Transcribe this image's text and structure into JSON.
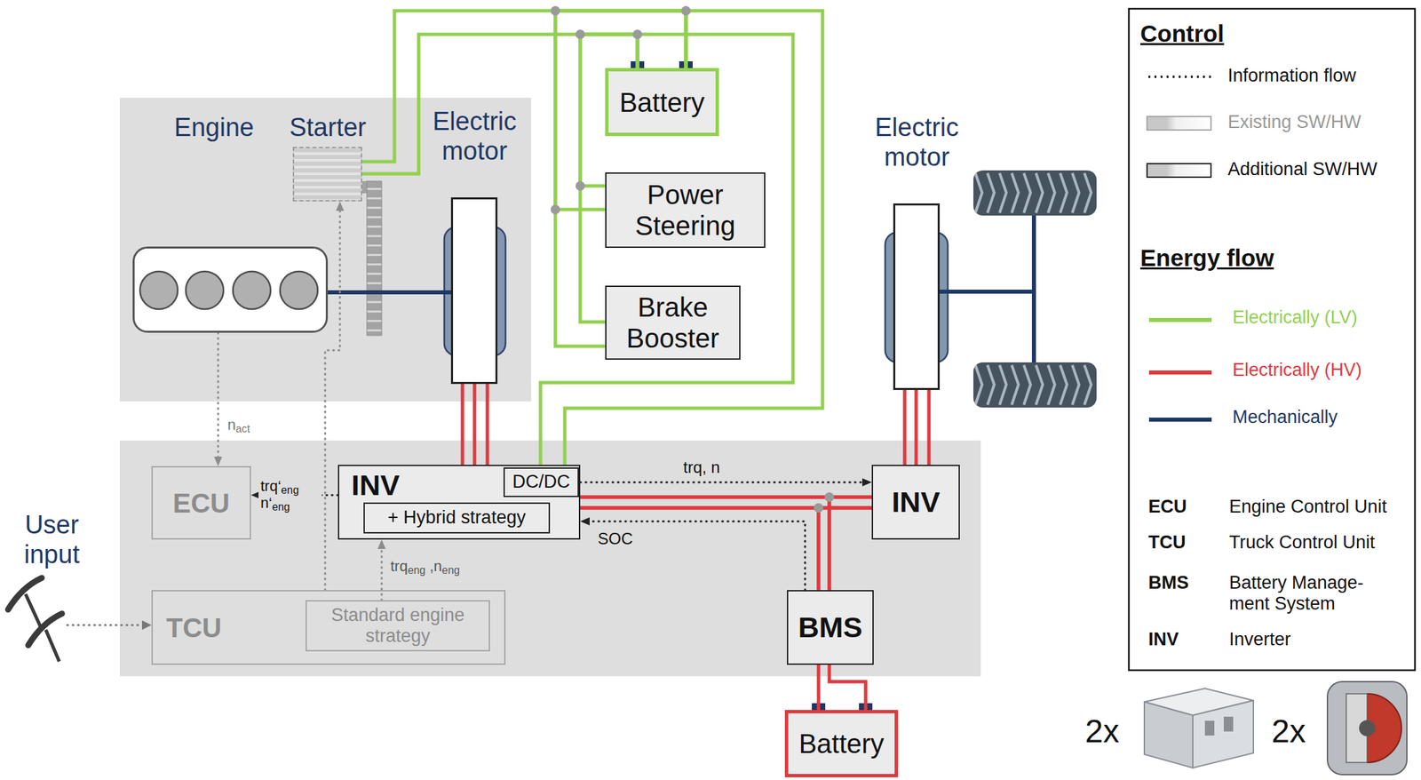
{
  "diagram": {
    "nodes": [
      {
        "text": [
          "Battery"
        ]
      },
      {
        "text": [
          "Power Steering"
        ]
      },
      {
        "text": [
          "Brake Booster"
        ]
      },
      {
        "text": [
          "Engine"
        ]
      },
      {
        "text": [
          "Starter"
        ]
      },
      {
        "text": [
          "Electric motor"
        ]
      },
      {
        "text": [
          "Electric motor"
        ]
      },
      {
        "text": [
          "ECU"
        ]
      },
      {
        "text": [
          "INV"
        ]
      },
      {
        "text": [
          "DC/DC"
        ],
        "in": 8
      },
      {
        "text": [
          "+ Hybrid strategy"
        ],
        "in": 8
      },
      {
        "text": [
          "INV"
        ]
      },
      {
        "text": [
          "TCU"
        ]
      },
      {
        "text": [
          "Standard engine strategy"
        ],
        "in": 12
      },
      {
        "text": [
          "BMS"
        ]
      },
      {
        "text": [
          "Battery"
        ]
      }
    ],
    "edges": [
      {
        "from": 0,
        "to": 4,
        "arrow": "none"
      },
      {
        "from": 0,
        "to": 1,
        "arrow": "none"
      },
      {
        "from": 0,
        "to": 2,
        "arrow": "none"
      },
      {
        "from": 0,
        "to": 9,
        "arrow": "none"
      },
      {
        "from": 3,
        "to": 5,
        "arrow": "none"
      },
      {
        "from": 5,
        "to": 8,
        "arrow": "none"
      },
      {
        "from": 6,
        "to": 11,
        "arrow": "none"
      },
      {
        "from": 8,
        "to": 11,
        "arrow": "none"
      },
      {
        "from": 14,
        "to": 8,
        "arrow": "none"
      },
      {
        "from": 14,
        "to": 11,
        "arrow": "none"
      },
      {
        "from": 15,
        "to": 14,
        "arrow": "none"
      },
      {
        "from": 8,
        "to": 7,
        "arrow": "to",
        "label": "trq‘eng n‘eng"
      },
      {
        "from": 3,
        "to": 7,
        "arrow": "to",
        "label": "nact"
      },
      {
        "from": 12,
        "to": 4,
        "arrow": "to"
      },
      {
        "from": 13,
        "to": 8,
        "arrow": "to",
        "label": "trqeng ,neng"
      },
      {
        "from": 8,
        "to": 11,
        "arrow": "to",
        "label": "trq, n"
      },
      {
        "from": 14,
        "to": 8,
        "arrow": "to",
        "label": "SOC"
      }
    ],
    "labels": [
      "User input",
      "Control",
      "Energy flow",
      "ECU",
      "Engine Control Unit",
      "TCU",
      "Truck Control Unit",
      "BMS",
      "Battery Manage- ment System",
      "INV",
      "Inverter",
      "2x",
      "2x"
    ],
    "legend": [
      {
        "text": "Information flow"
      },
      {
        "text": "Existing SW/HW"
      },
      {
        "text": "Additional SW/HW"
      },
      {
        "text": "Electrically (LV)",
        "color": "#92d050"
      },
      {
        "text": "Electrically (HV)",
        "color": "#e0393e"
      },
      {
        "text": "Mechanically",
        "color": "#1f3864"
      }
    ]
  }
}
